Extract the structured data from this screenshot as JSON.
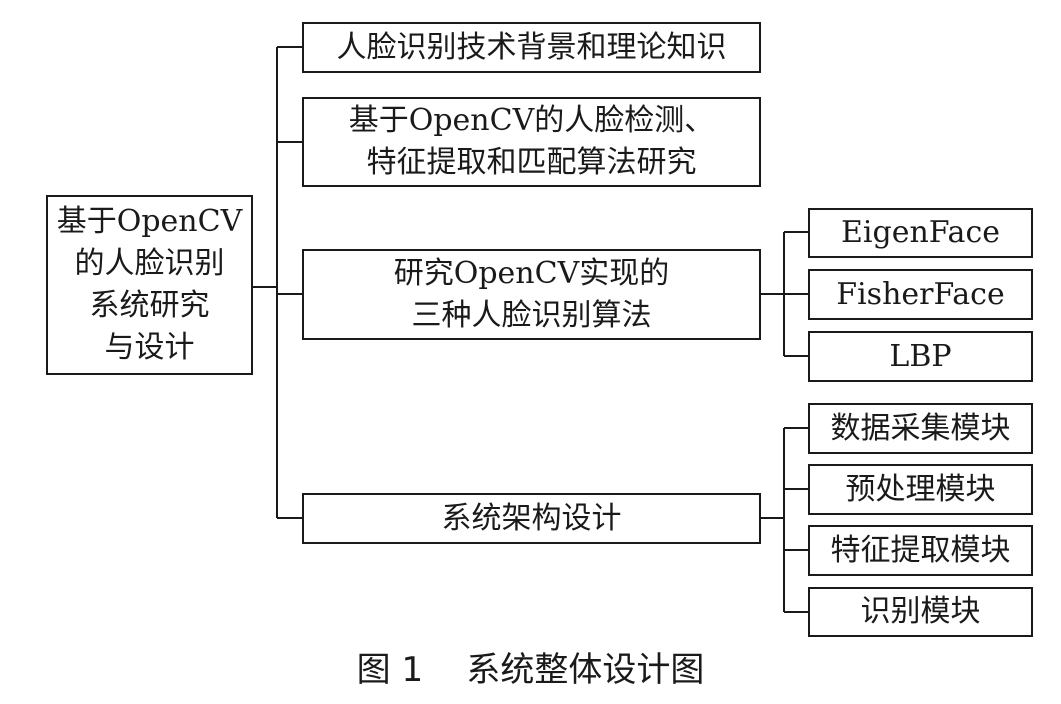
{
  "root": {
    "lines": [
      "基于OpenCV",
      "的人脸识别",
      "系统研究",
      "与设计"
    ]
  },
  "branches": [
    {
      "lines": [
        "人脸识别技术背景和理论知识"
      ]
    },
    {
      "lines": [
        "基于OpenCV的人脸检测、",
        "特征提取和匹配算法研究"
      ]
    },
    {
      "lines": [
        "研究OpenCV实现的",
        "三种人脸识别算法"
      ]
    },
    {
      "lines": [
        "系统架构设计"
      ]
    }
  ],
  "algorithms": [
    "EigenFace",
    "FisherFace",
    "LBP"
  ],
  "modules": [
    "数据采集模块",
    "预处理模块",
    "特征提取模块",
    "识别模块"
  ],
  "caption": "图 1    系统整体设计图"
}
